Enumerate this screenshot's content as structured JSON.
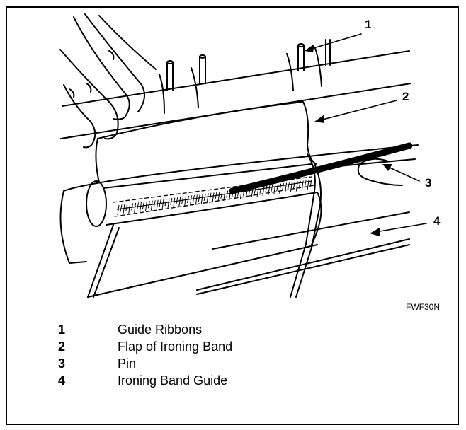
{
  "figure": {
    "code": "FWF30N",
    "callouts": [
      "1",
      "2",
      "3",
      "4"
    ]
  },
  "legend": {
    "items": [
      {
        "number": "1",
        "label": "Guide Ribbons"
      },
      {
        "number": "2",
        "label": "Flap of Ironing Band"
      },
      {
        "number": "3",
        "label": "Pin"
      },
      {
        "number": "4",
        "label": "Ironing Band Guide"
      }
    ]
  }
}
